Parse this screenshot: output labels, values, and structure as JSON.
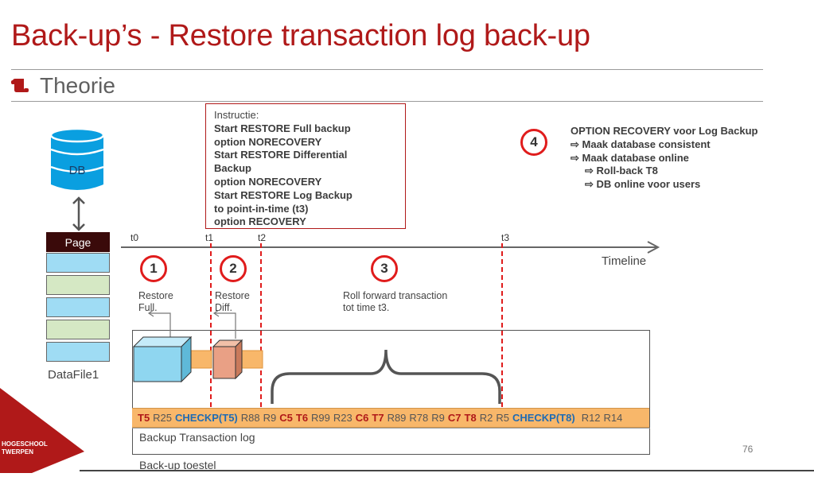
{
  "title": "Back-up’s - Restore transaction log back-up",
  "section": "Theorie",
  "instruction": {
    "heading": "Instructie:",
    "lines": [
      "Start RESTORE Full backup",
      "option NORECOVERY",
      "Start RESTORE Differential",
      "Backup",
      "option NORECOVERY",
      "Start RESTORE Log Backup",
      "to point-in-time (t3)",
      "option RECOVERY"
    ]
  },
  "db_label": "DB",
  "page_label": "Page",
  "datafile_label": "DataFile1",
  "timeline": {
    "label": "Timeline",
    "ticks": [
      "t0",
      "t1",
      "t2",
      "t3"
    ]
  },
  "steps": [
    {
      "num": "1",
      "text1": "Restore",
      "text2": "Full."
    },
    {
      "num": "2",
      "text1": "Restore",
      "text2": "Diff."
    },
    {
      "num": "3",
      "text1": "Roll forward transaction",
      "text2": "tot time t3."
    },
    {
      "num": "4"
    }
  ],
  "option_recovery": {
    "heading": "OPTION RECOVERY voor Log Backup",
    "lines": [
      "⇨ Maak database consistent",
      "⇨ Maak database online",
      "⇨ Roll-back T8",
      "⇨ DB online voor users"
    ]
  },
  "log_tokens": [
    {
      "t": "T5",
      "k": "tx"
    },
    {
      "t": "R25",
      "k": "r"
    },
    {
      "t": "CHECKP(T5)",
      "k": "ck"
    },
    {
      "t": "R88",
      "k": "r"
    },
    {
      "t": "R9",
      "k": "r"
    },
    {
      "t": "C5",
      "k": "tx"
    },
    {
      "t": "T6",
      "k": "tx"
    },
    {
      "t": "R99",
      "k": "r"
    },
    {
      "t": "R23",
      "k": "r"
    },
    {
      "t": "C6",
      "k": "tx"
    },
    {
      "t": "T7",
      "k": "tx"
    },
    {
      "t": "R89",
      "k": "r"
    },
    {
      "t": "R78",
      "k": "r"
    },
    {
      "t": "R9",
      "k": "r"
    },
    {
      "t": "C7",
      "k": "tx"
    },
    {
      "t": "T8",
      "k": "tx"
    },
    {
      "t": "R2",
      "k": "r"
    },
    {
      "t": "R5",
      "k": "r"
    },
    {
      "t": "CHECKP(T8)",
      "k": "ck"
    },
    {
      "t": "R12",
      "k": "r"
    },
    {
      "t": "R14",
      "k": "r"
    }
  ],
  "backup_log_label": "Backup Transaction log",
  "device_label": "Back-up toestel",
  "logo_text": [
    "HOGESCHOOL",
    "TWERPEN"
  ],
  "page_number": "76",
  "colors": {
    "accent": "#b01919",
    "dashed": "#e01c1c",
    "log_bar": "#f8b76a",
    "checkpoint": "#1f6bb3",
    "db_cylinder": "#0a9fe0",
    "page_blue": "#9fdcf4",
    "page_green": "#d5e8c4"
  }
}
